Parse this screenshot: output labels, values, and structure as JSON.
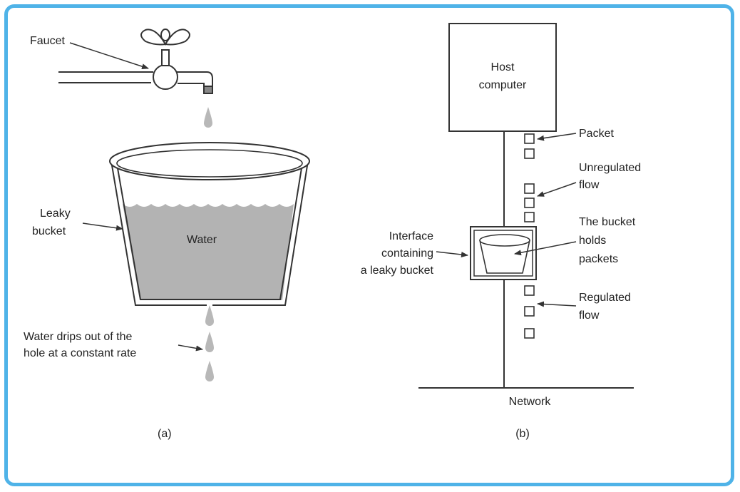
{
  "colors": {
    "frame_border": "#4fb3e8",
    "line": "#333333",
    "water": "#b3b3b3",
    "drop": "#b8b8b8"
  },
  "panel_a": {
    "faucet_label": "Faucet",
    "bucket_label_line1": "Leaky",
    "bucket_label_line2": "bucket",
    "water_label": "Water",
    "drips_label_line1": "Water drips out of the",
    "drips_label_line2": "hole at a constant rate",
    "caption": "(a)"
  },
  "panel_b": {
    "host_line1": "Host",
    "host_line2": "computer",
    "packet_label": "Packet",
    "unregulated_line1": "Unregulated",
    "unregulated_line2": "flow",
    "bucket_holds_line1": "The bucket",
    "bucket_holds_line2": "holds",
    "bucket_holds_line3": "packets",
    "interface_line1": "Interface",
    "interface_line2": "containing",
    "interface_line3": "a leaky bucket",
    "regulated_line1": "Regulated",
    "regulated_line2": "flow",
    "network_label": "Network",
    "caption": "(b)"
  }
}
